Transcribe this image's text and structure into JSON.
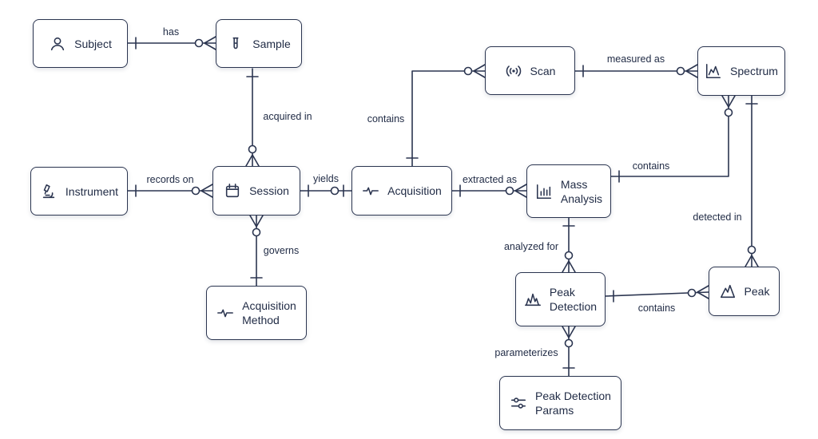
{
  "nodes": {
    "subject": "Subject",
    "sample": "Sample",
    "instrument": "Instrument",
    "session": "Session",
    "acquisition_method": "Acquisition\nMethod",
    "acquisition": "Acquisition",
    "scan": "Scan",
    "spectrum": "Spectrum",
    "mass_analysis": "Mass\nAnalysis",
    "peak_detection": "Peak\nDetection",
    "peak": "Peak",
    "peak_detection_params": "Peak Detection\nParams"
  },
  "relationships": {
    "subject_sample": "has",
    "sample_session": "acquired in",
    "instrument_session": "records on",
    "session_acquisition": "yields",
    "session_method": "governs",
    "acquisition_scan": "contains",
    "scan_spectrum": "measured as",
    "acquisition_mass": "extracted as",
    "mass_spectrum": "contains",
    "spectrum_peak": "detected in",
    "mass_peakdetection": "analyzed for",
    "peakdetection_peak": "contains",
    "peakdetection_params": "parameterizes"
  },
  "colors": {
    "stroke": "#2b3550",
    "text": "#1f2a44",
    "background": "#ffffff"
  },
  "icons": {
    "subject": "person-icon",
    "sample": "test-tube-icon",
    "instrument": "microscope-icon",
    "session": "calendar-icon",
    "acquisition_method": "pulse-icon",
    "acquisition": "pulse-icon",
    "scan": "signal-icon",
    "spectrum": "spectrum-chart-icon",
    "mass_analysis": "bar-chart-icon",
    "peak_detection": "peaks-icon",
    "peak": "peak-icon",
    "peak_detection_params": "sliders-icon"
  }
}
